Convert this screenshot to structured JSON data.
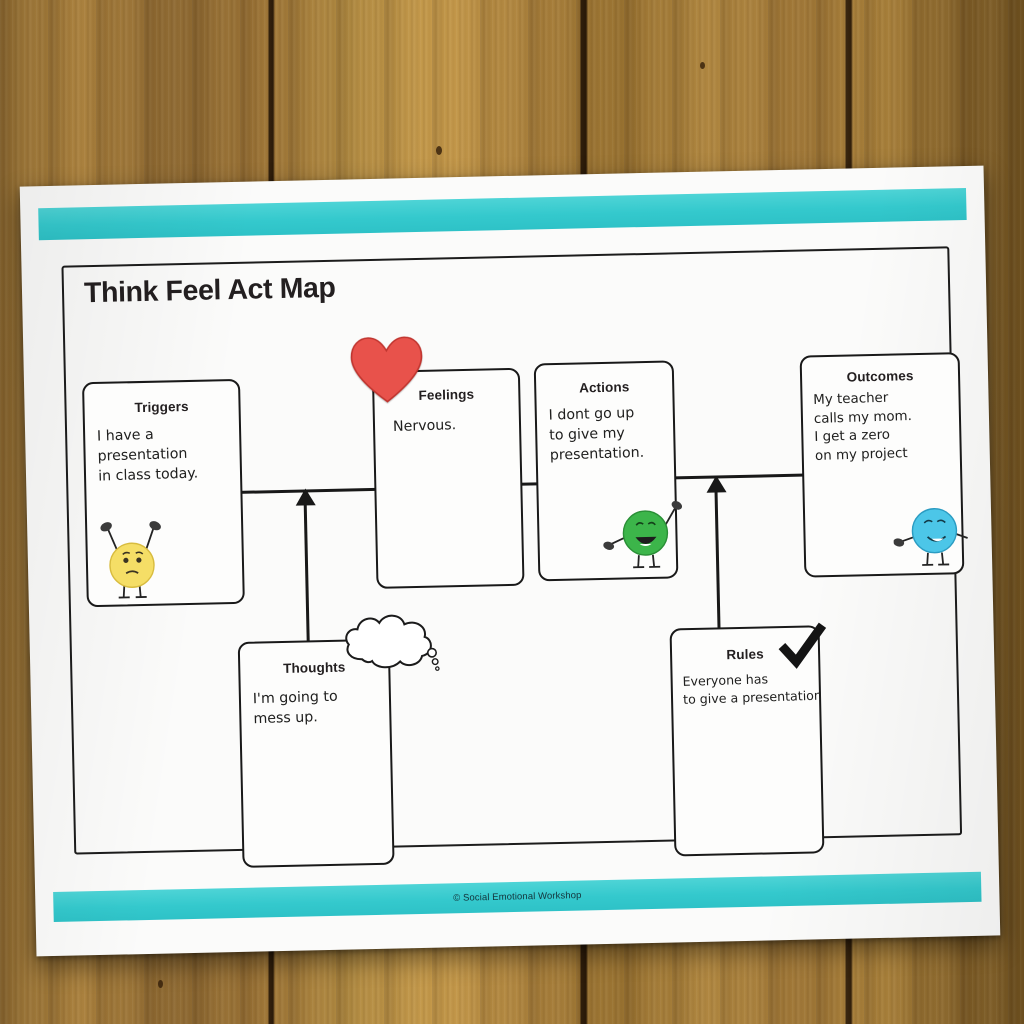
{
  "background": {
    "surface": "wood-planks",
    "wood_color": "#9a7236"
  },
  "worksheet": {
    "title": "Think Feel Act Map",
    "accent_color": "#34c9cd",
    "paper_color": "#fbfbfa",
    "ink_color": "#191919",
    "footer": "© Social Emotional Workshop"
  },
  "cards": [
    {
      "id": "triggers",
      "title": "Triggers",
      "text": "I have a\npresentation\nin class today.",
      "icon": "yellow-worried-character",
      "icon_color": "#f5de66"
    },
    {
      "id": "thoughts",
      "title": "Thoughts",
      "text": "I'm going to\nmess up.",
      "icon": "thought-cloud-icon",
      "icon_color": "#ffffff"
    },
    {
      "id": "feelings",
      "title": "Feelings",
      "text": "Nervous.",
      "icon": "heart-icon",
      "icon_color": "#e8524b"
    },
    {
      "id": "actions",
      "title": "Actions",
      "text": "I dont go up\nto give my\npresentation.",
      "icon": "green-happy-character",
      "icon_color": "#3cb54a"
    },
    {
      "id": "rules",
      "title": "Rules",
      "text": "Everyone has\nto give a presentation",
      "icon": "checkmark-icon",
      "icon_color": "#141414"
    },
    {
      "id": "outcomes",
      "title": "Outcomes",
      "text": "My teacher\ncalls my mom.\nI get a zero\non my project",
      "icon": "blue-smirking-character",
      "icon_color": "#4cc6e8"
    }
  ]
}
